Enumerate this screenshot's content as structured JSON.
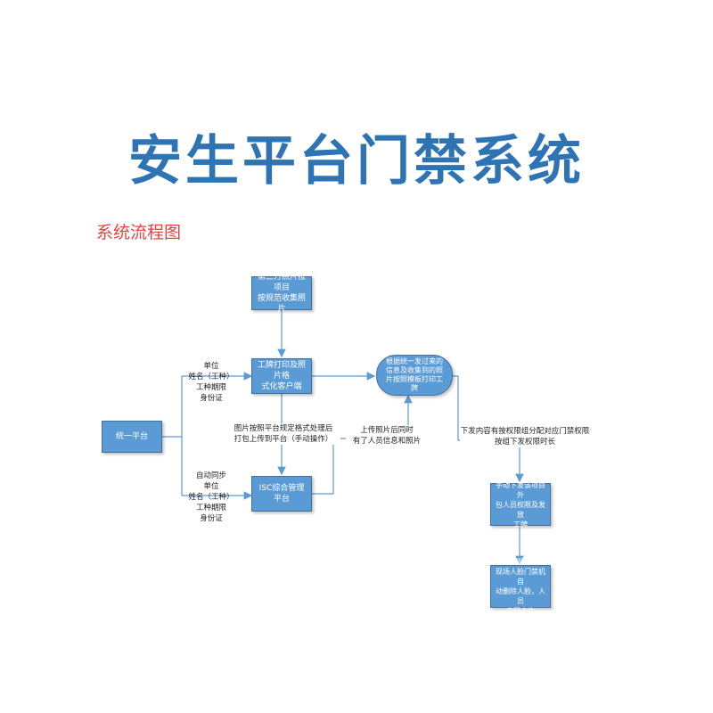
{
  "title": "安生平台门禁系统",
  "subtitle": "系统流程图",
  "nodes": {
    "third_party": "第三方照片按项目\n按规范收集照片",
    "badge_client": "工牌打印及照片格\n式化客户端",
    "print_badge": "根据统一发过来的\n信息及收集到的照\n片按照模板打印工\n牌",
    "unified_platform": "统一平台",
    "isc_platform": "ISC综合管理平台",
    "manual_issue": "手动下发该项目外\n包人员权限及发放\n工牌",
    "auto_delete": "工作期限到期后\n现场人脸门禁机自\n动删除人脸，人员\n交回卡片"
  },
  "labels": {
    "upper_branch": "单位\n姓名（工种）\n工种期限\n身份证",
    "lower_branch": "自动同步\n单位\n姓名（工种）\n工种期限\n身份证",
    "photo_process": "图片按照平台规定格式处理后\n打包上传到平台（手动操作）",
    "upload_info": "上传照片后同时\n有了人员信息和照片",
    "permission_group": "下发内容有按权限组分配对应门禁权限\n按组下发权限时长"
  }
}
